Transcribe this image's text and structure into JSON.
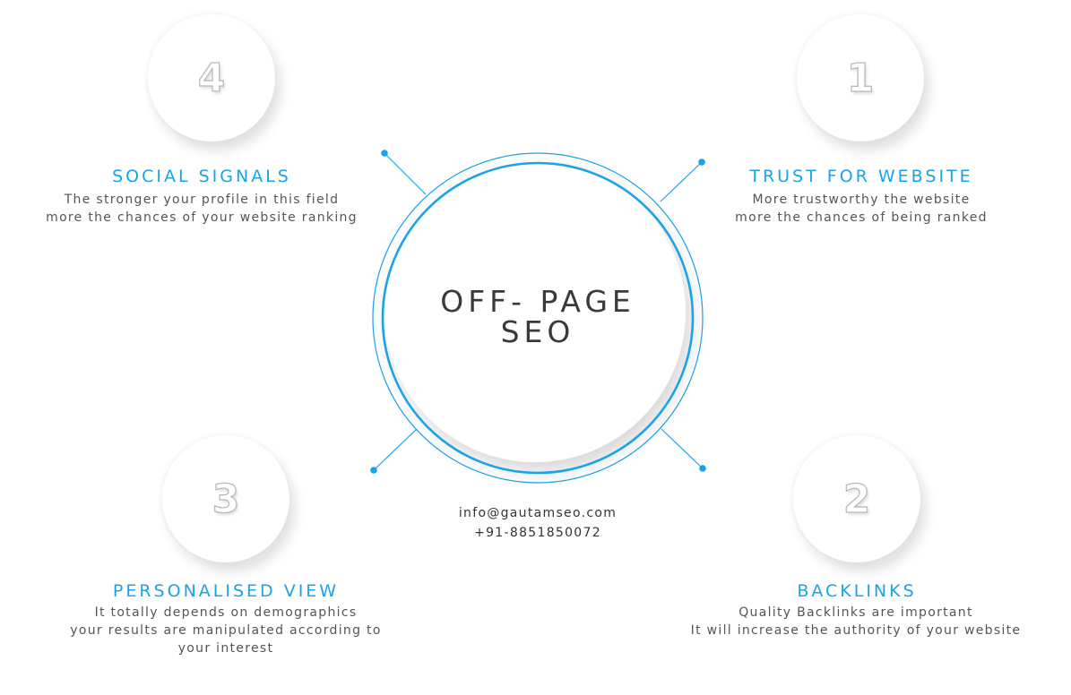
{
  "center": {
    "title_line1": "OFF- PAGE",
    "title_line2": "SEO"
  },
  "contact": {
    "email": "info@gautamseo.com",
    "phone": "+91-8851850072"
  },
  "items": [
    {
      "number": "1",
      "title": "TRUST FOR WEBSITE",
      "desc_lines": [
        "More trustworthy the website",
        "more the chances of being ranked"
      ]
    },
    {
      "number": "2",
      "title": "BACKLINKS",
      "desc_lines": [
        "Quality Backlinks are important",
        "It will increase the authority of your website"
      ]
    },
    {
      "number": "3",
      "title": "PERSONALISED VIEW",
      "desc_lines": [
        "It totally depends on demographics",
        "your results are manipulated according to",
        "your interest"
      ]
    },
    {
      "number": "4",
      "title": "SOCIAL SIGNALS",
      "desc_lines": [
        "The stronger your profile in this field",
        "more the chances of your website ranking"
      ]
    }
  ],
  "colors": {
    "accent": "#1aa3e8",
    "text_dark": "#3a3a3a",
    "text_body": "#555555"
  }
}
